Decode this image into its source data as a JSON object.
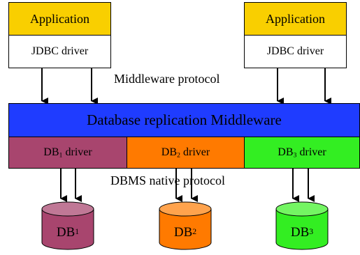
{
  "apps": [
    {
      "title": "Application",
      "driver": "JDBC driver"
    },
    {
      "title": "Application",
      "driver": "JDBC driver"
    }
  ],
  "middleware_protocol": "Middleware protocol",
  "middleware": "Database replication Middleware",
  "drivers": [
    {
      "prefix": "DB",
      "sub": "1",
      "suffix": " driver",
      "color": "#a8456e"
    },
    {
      "prefix": "DB",
      "sub": "2",
      "suffix": " driver",
      "color": "#ff7a00"
    },
    {
      "prefix": "DB",
      "sub": "3",
      "suffix": " driver",
      "color": "#33ee22"
    }
  ],
  "native_protocol": "DBMS native protocol",
  "databases": [
    {
      "prefix": "DB",
      "sub": "1",
      "color": "#a8456e",
      "top_color": "#c07896"
    },
    {
      "prefix": "DB",
      "sub": "2",
      "color": "#ff7a00",
      "top_color": "#ffa34d"
    },
    {
      "prefix": "DB",
      "sub": "3",
      "color": "#33ee22",
      "top_color": "#74f563"
    }
  ]
}
